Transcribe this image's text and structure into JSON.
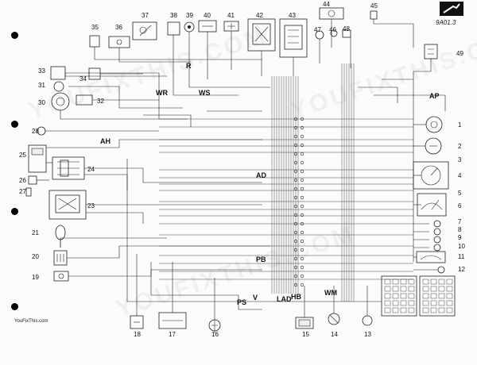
{
  "diagram": {
    "page_code": "9A01.3",
    "credit": "YouFixThis.com",
    "watermark": "YOUFIXTHIS.COM",
    "component_numbers": {
      "top": [
        "35",
        "36",
        "37",
        "38",
        "39",
        "40",
        "41",
        "42",
        "43",
        "44",
        "45",
        "46",
        "47",
        "48",
        "49"
      ],
      "left": [
        "33",
        "31",
        "34",
        "30",
        "32",
        "28",
        "25",
        "24",
        "26",
        "27",
        "23",
        "21",
        "20",
        "19"
      ],
      "right": [
        "1",
        "2",
        "3",
        "4",
        "5",
        "6",
        "7",
        "8",
        "9",
        "10",
        "11",
        "12"
      ],
      "bottom": [
        "18",
        "17",
        "16",
        "15",
        "14",
        "13"
      ]
    },
    "labels": [
      "WR",
      "WS",
      "R",
      "AH",
      "AP",
      "AD",
      "PB",
      "PS",
      "LAD",
      "HB",
      "WM",
      "V"
    ],
    "colors": {
      "ink": "#222222",
      "paper": "#fbfbf9"
    }
  }
}
